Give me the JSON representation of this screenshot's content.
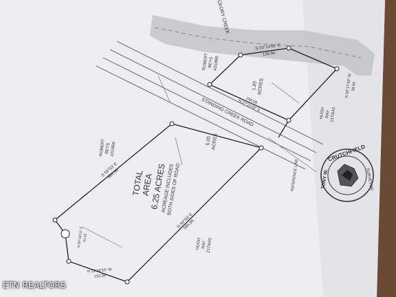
{
  "watermark": "ETN REALTORS",
  "survey": {
    "total_area_line1": "TOTAL",
    "total_area_line2": "AREA",
    "total_area_value": "6.25 ACRES",
    "includes_line1": "ACREAGE INCLUDES",
    "includes_line2": "BOTH SIDES OF ROAD",
    "road_name": "STANDING CREEK ROAD",
    "creek_name": "HICKORY CREEK",
    "owner_robert": "ROBERT",
    "owner_robert_2": "BEYS",
    "owner_robert_ref": "431/896",
    "owner_hugh": "HUGH",
    "owner_hugh_2": "RAY",
    "owner_hugh_ref": "217/643",
    "parcel_1_20": "1.20",
    "parcel_1_20_unit": "ACRES",
    "parcel_5_05": "5.05",
    "parcel_5_05_unit": "ACRES",
    "bearing_w": "S 53°53' E",
    "bearing_w_dist": "564.39",
    "bearing_s": "N 50°50' E",
    "bearing_s_dist": "585.66",
    "bearing_top": "S 03°10'40\" E",
    "bearing_top_dist": "139.96",
    "bearing_road": "N 27°21'02\" E",
    "bearing_road_dist": "244.08",
    "bearing_ne": "N 50°17'30\" W",
    "bearing_ne_dist": "38.00",
    "bearing_bottom": "N 13°45'10\" W",
    "bearing_bottom_dist": "152.39",
    "bearing_left": "N 56°18'21\" E",
    "bearing_left_dist": "61.62",
    "reference_line": "REFERENCE LINE",
    "stamp_top": "CRUTCHFIELD",
    "stamp_left": "TONY W.",
    "stamp_right": "SURVEYOR"
  }
}
